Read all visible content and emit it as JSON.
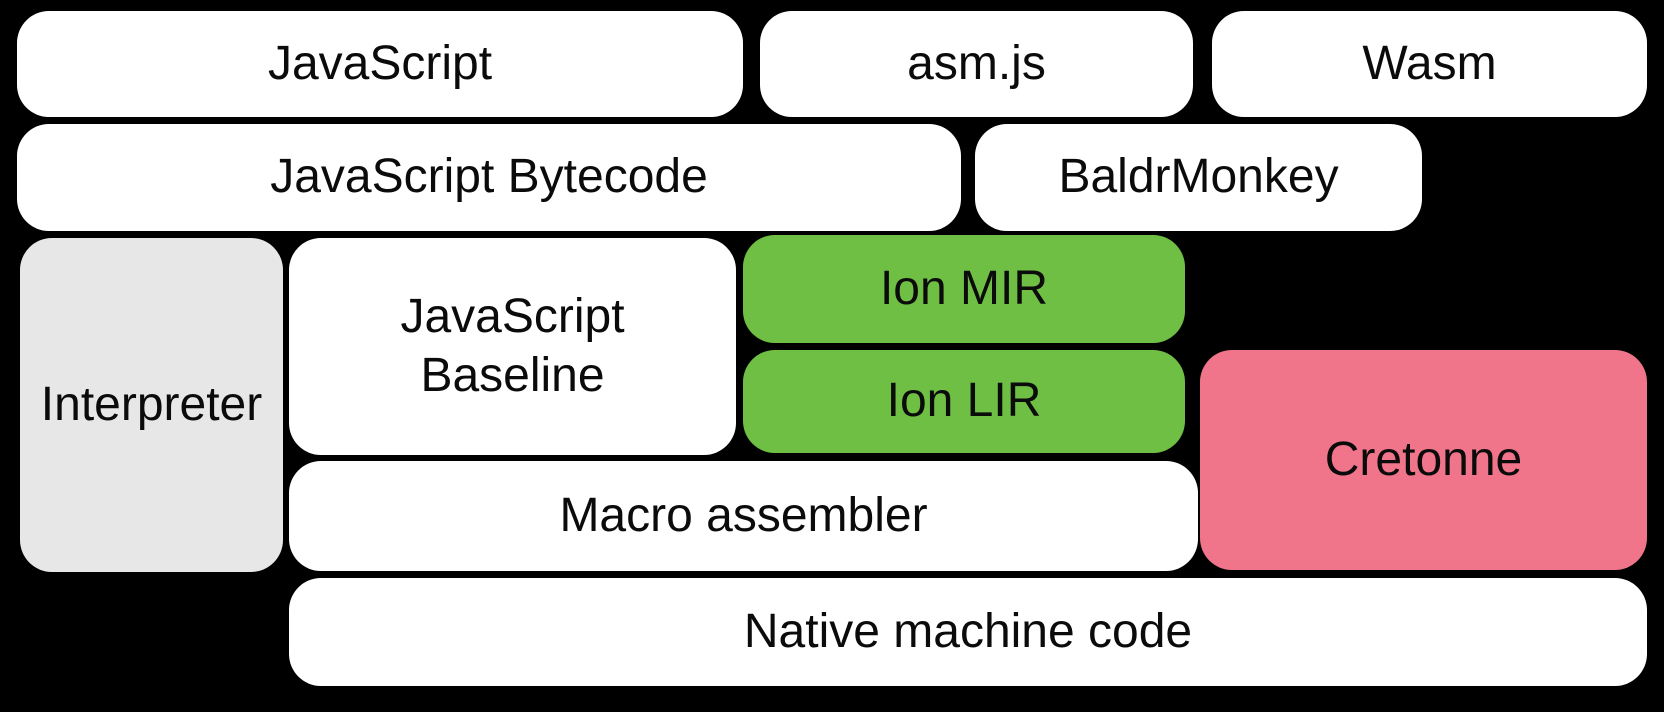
{
  "diagram": {
    "background": "#000000",
    "text_color": "#0b0b0b",
    "colors": {
      "white": "#ffffff",
      "gray": "#e7e7e7",
      "green": "#6fbf44",
      "pink": "#f0758a"
    },
    "nodes": {
      "javascript": {
        "label": "JavaScript"
      },
      "asmjs": {
        "label": "asm.js"
      },
      "wasm": {
        "label": "Wasm"
      },
      "bytecode": {
        "label": "JavaScript Bytecode"
      },
      "baldrmonkey": {
        "label": "BaldrMonkey"
      },
      "interpreter": {
        "label": "Interpreter"
      },
      "baseline": {
        "label": "JavaScript\nBaseline"
      },
      "ion_mir": {
        "label": "Ion MIR"
      },
      "ion_lir": {
        "label": "Ion LIR"
      },
      "cretonne": {
        "label": "Cretonne"
      },
      "macro_assembler": {
        "label": "Macro assembler"
      },
      "native": {
        "label": "Native machine code"
      }
    }
  }
}
